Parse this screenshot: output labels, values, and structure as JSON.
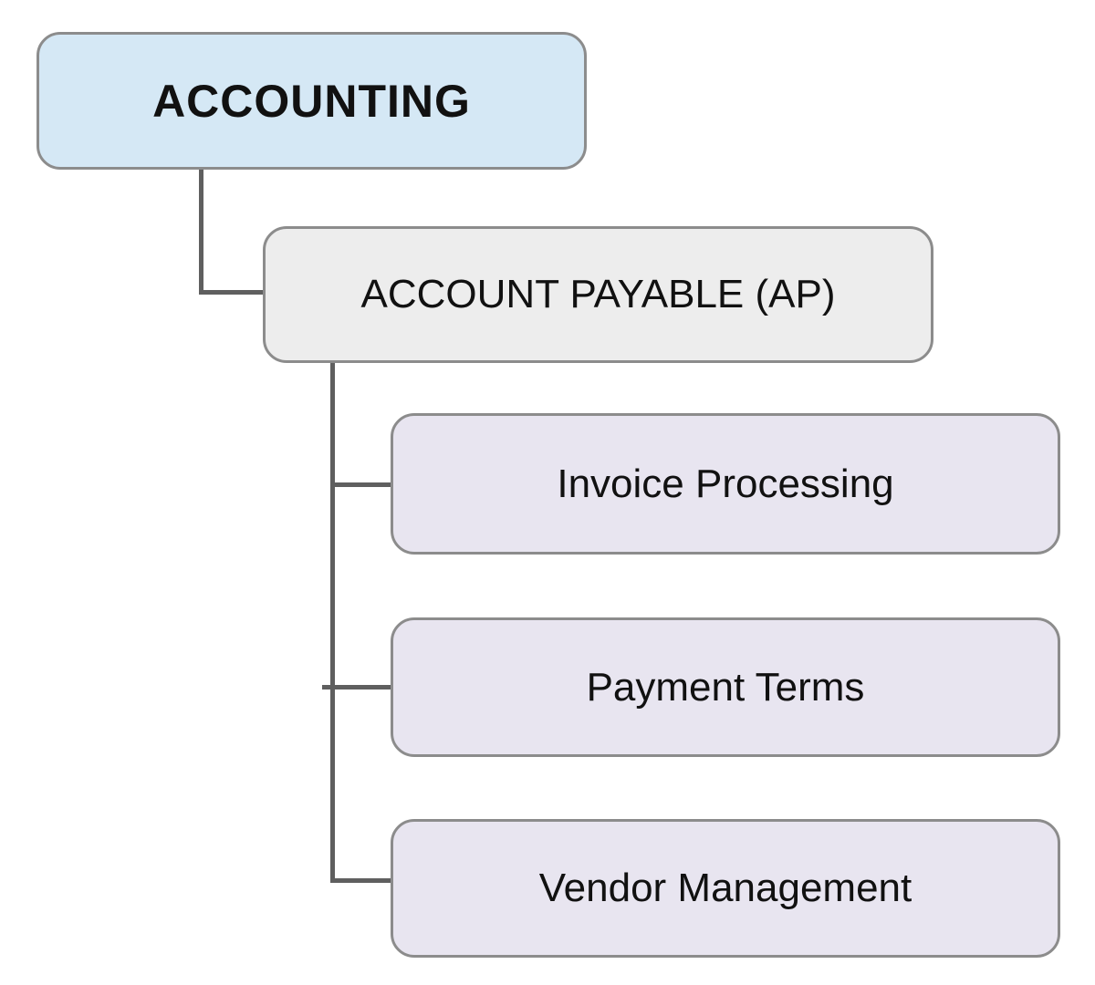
{
  "diagram": {
    "type": "hierarchy-tree",
    "root": {
      "label": "ACCOUNTING",
      "fill": "#d5e8f5"
    },
    "level2": {
      "label": "ACCOUNT PAYABLE (AP)",
      "fill": "#ededed"
    },
    "children": [
      {
        "label": "Invoice Processing",
        "fill": "#e8e5f0"
      },
      {
        "label": "Payment Terms",
        "fill": "#e8e5f0"
      },
      {
        "label": "Vendor Management",
        "fill": "#e8e5f0"
      }
    ],
    "colors": {
      "background": "#ffffff",
      "node_border": "#8c8c8c",
      "connector": "#5f5f5f",
      "text": "#111111"
    }
  }
}
